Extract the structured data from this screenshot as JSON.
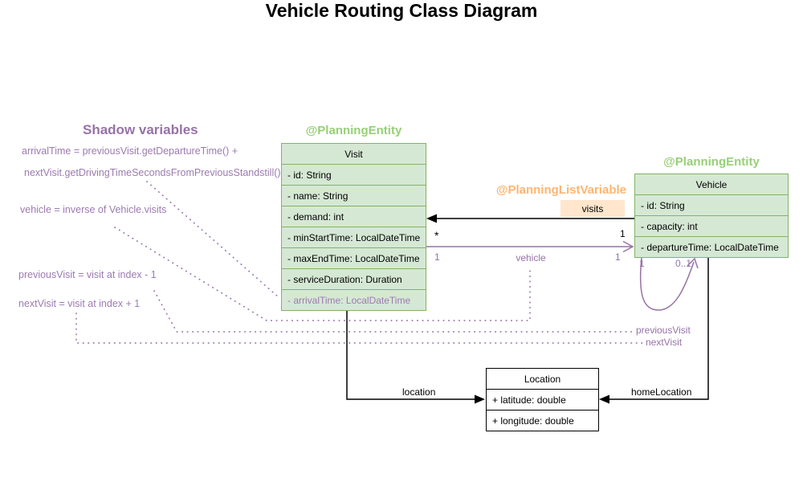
{
  "title": "Vehicle Routing Class Diagram",
  "shadow_panel": {
    "heading": "Shadow variables",
    "lines": [
      "arrivalTime = previousVisit.getDepartureTime() +",
      "nextVisit.getDrivingTimeSecondsFromPreviousStandstill()",
      "vehicle = inverse of Vehicle.visits",
      "previousVisit = visit at index - 1",
      "nextVisit = visit at index + 1"
    ]
  },
  "classes": {
    "visit": {
      "annotation": "@PlanningEntity",
      "name": "Visit",
      "attributes": [
        "- id: String",
        "- name: String",
        "- demand: int",
        "- minStartTime: LocalDateTime",
        "- maxEndTime: LocalDateTime",
        "- serviceDuration: Duration",
        "- arrivalTime: LocalDateTime"
      ]
    },
    "vehicle": {
      "annotation": "@PlanningEntity",
      "name": "Vehicle",
      "attributes": [
        "- id: String",
        "- capacity: int",
        "- departureTime: LocalDateTime"
      ]
    },
    "location": {
      "name": "Location",
      "attributes": [
        "+ latitude: double",
        "+ longitude: double"
      ]
    }
  },
  "edges": {
    "visits": {
      "annotation": "@PlanningListVariable",
      "label": "visits",
      "mult_visit_end": "*",
      "mult_vehicle_end": "1"
    },
    "vehicle_ref": {
      "label": "vehicle",
      "mult_left": "1",
      "mult_right": "1"
    },
    "visit_chain_loop": {
      "mult_left": "1",
      "mult_right": "0..1",
      "label_previous": "previousVisit",
      "label_next": "nextVisit"
    },
    "location_ref": {
      "label": "location"
    },
    "home_location_ref": {
      "label": "homeLocation"
    }
  },
  "colors": {
    "class_fill": "#d5e8d4",
    "class_border": "#82b366",
    "entity_annotation": "#97d077",
    "list_variable_annotation": "#ffb570",
    "visits_badge_fill": "#ffe6cc",
    "shadow_purple": "#9673a6",
    "edge_black": "#000000"
  }
}
